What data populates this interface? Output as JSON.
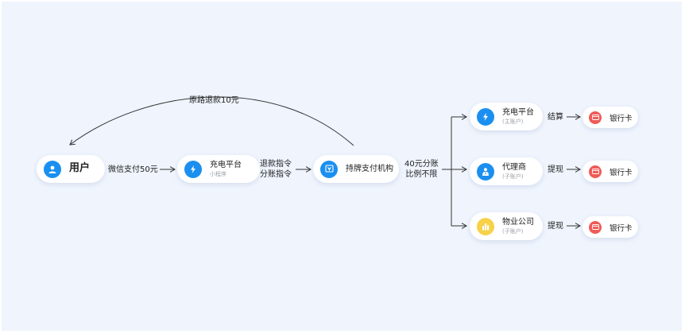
{
  "nodes": {
    "user": {
      "label": "用户"
    },
    "charger_mini": {
      "label": "充电平台",
      "sub": "小程序"
    },
    "payment_inst": {
      "label": "持牌支付机构"
    },
    "charger_main": {
      "label": "充电平台",
      "sub": "(主账户)"
    },
    "agent": {
      "label": "代理商",
      "sub": "(子账户)"
    },
    "property": {
      "label": "物业公司",
      "sub": "(子账户)"
    },
    "bank1": {
      "label": "银行卡"
    },
    "bank2": {
      "label": "银行卡"
    },
    "bank3": {
      "label": "银行卡"
    }
  },
  "edges": {
    "refund_back": "原路退款10元",
    "pay": "微信支付50元",
    "instr_line1": "退款指令",
    "instr_line2": "分账指令",
    "split_line1": "40元分账",
    "split_line2": "比例不限",
    "settle": "结算",
    "withdraw1": "提现",
    "withdraw2": "提现"
  },
  "colors": {
    "background": "#eff4fd",
    "accent_blue": "#1b8ff0",
    "accent_yellow": "#f7d148",
    "bank_red": "#f05a57"
  }
}
